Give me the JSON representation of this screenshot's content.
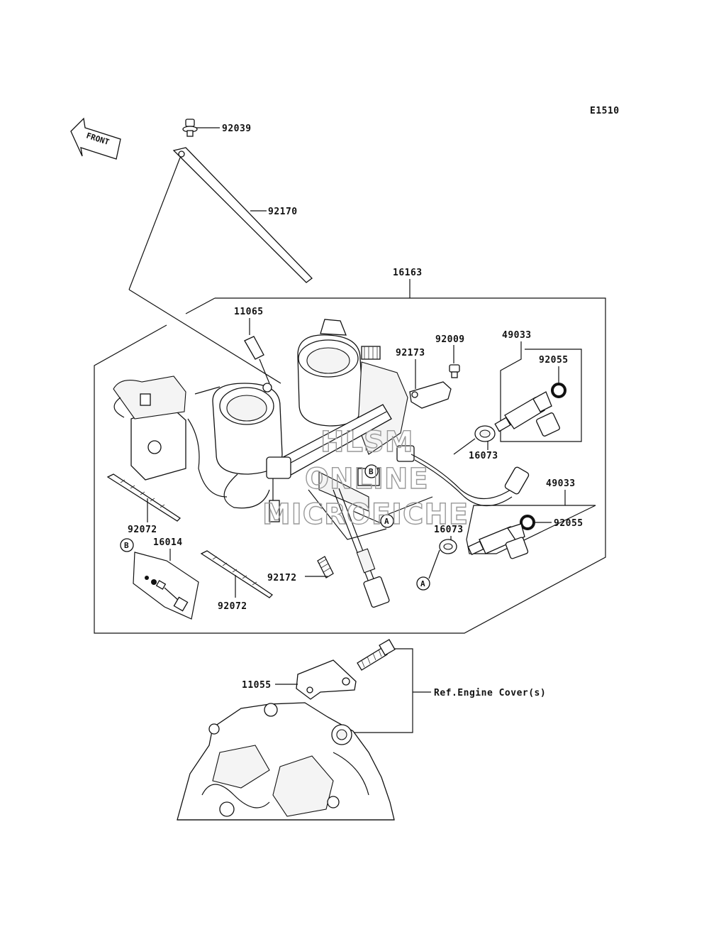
{
  "diagram_code": "E1510",
  "front_label": "FRONT",
  "parts": {
    "p92039": "92039",
    "p92170": "92170",
    "p16163": "16163",
    "p11065": "11065",
    "p92009": "92009",
    "p92173": "92173",
    "p49033_a": "49033",
    "p92055_a": "92055",
    "p16073_a": "16073",
    "p49033_b": "49033",
    "p92055_b": "92055",
    "p16073_b": "16073",
    "p92072_a": "92072",
    "p92072_b": "92072",
    "p16014": "16014",
    "p92172": "92172",
    "p11055": "11055"
  },
  "reference_label": "Ref.Engine Cover(s)",
  "callouts": {
    "a1": "A",
    "a2": "A",
    "b1": "B",
    "b2": "B"
  },
  "watermark": {
    "line1": "HLSM",
    "line2": "ONLINE",
    "line3": "MICROFICHE"
  }
}
